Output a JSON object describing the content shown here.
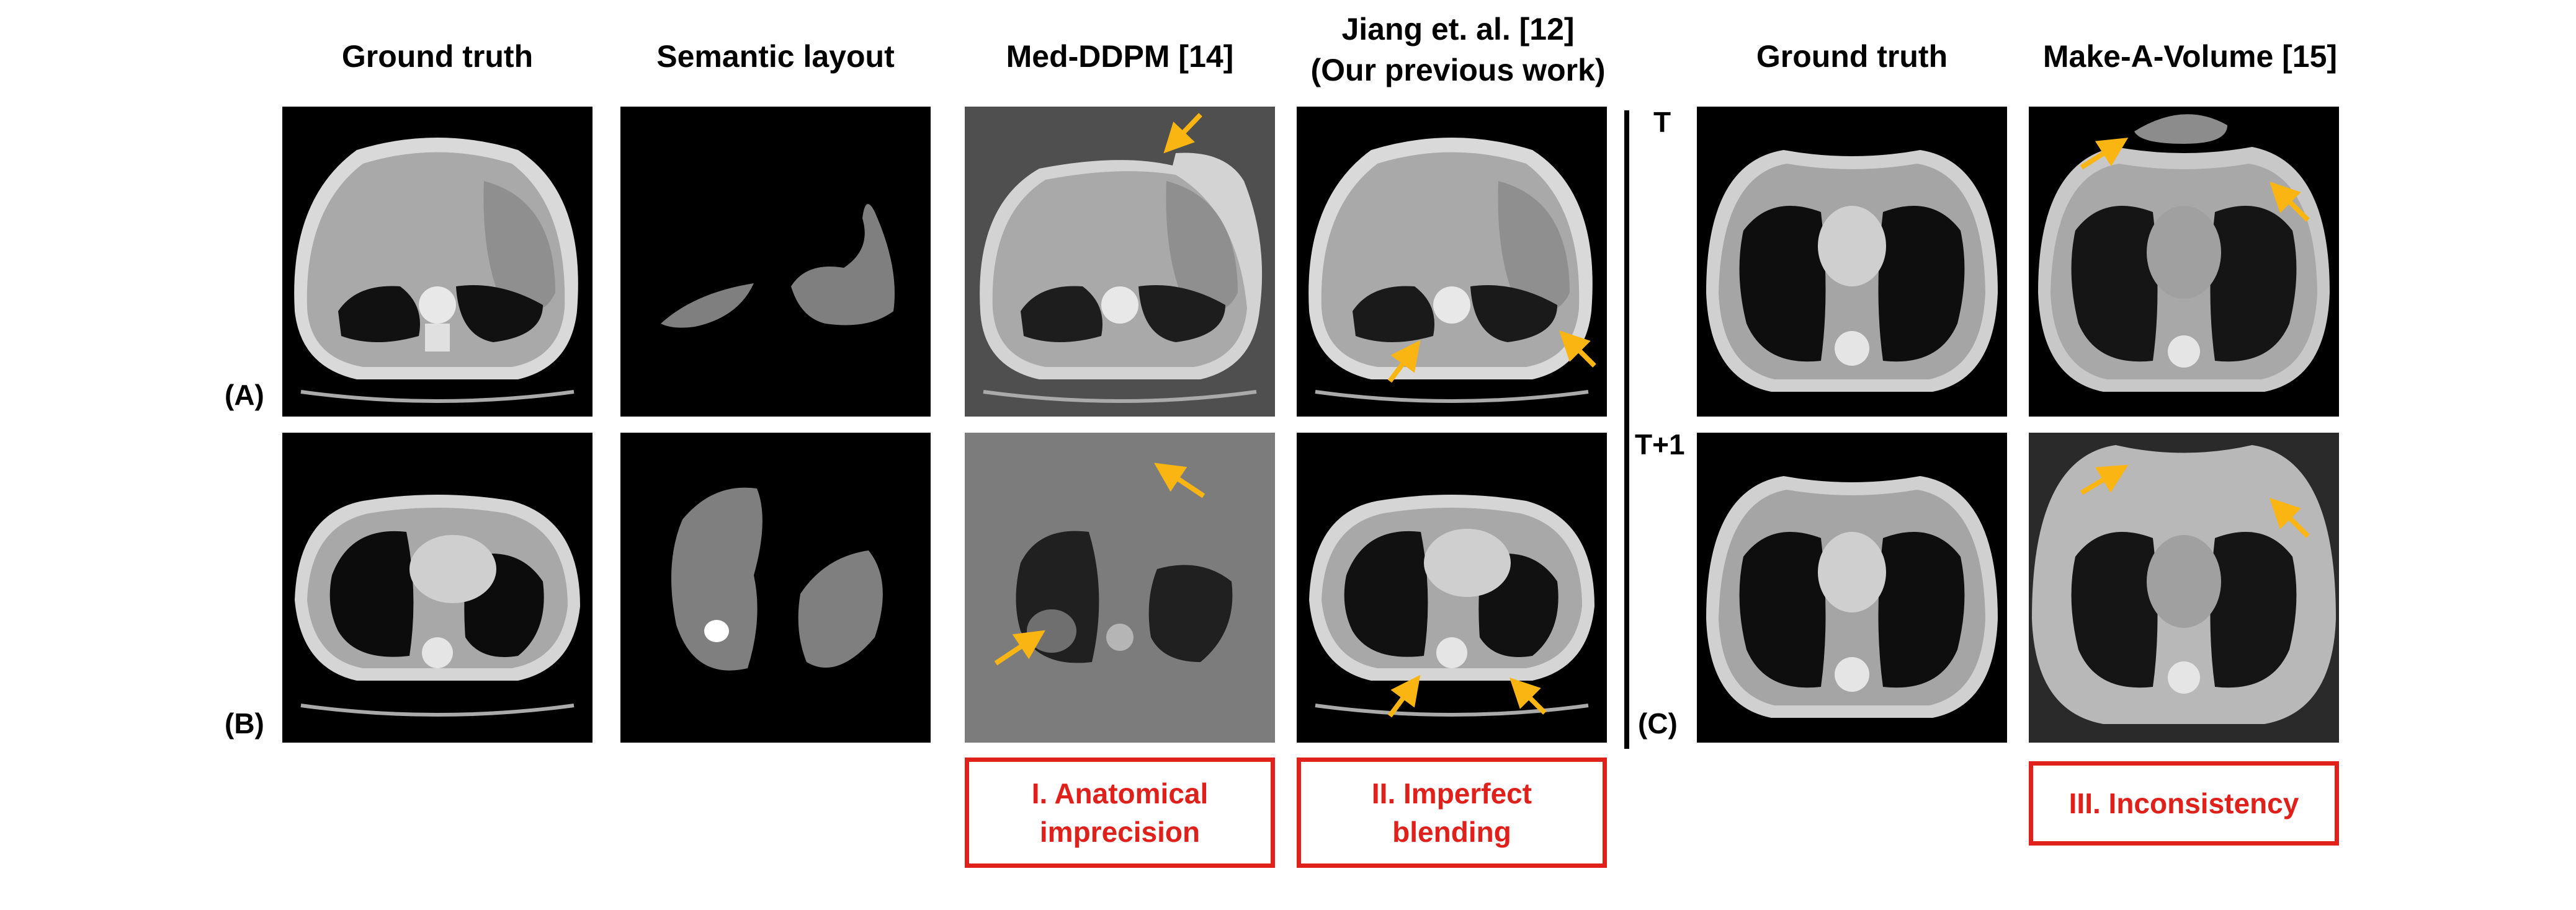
{
  "headers": {
    "ground_truth": "Ground truth",
    "semantic_layout": "Semantic layout",
    "med_ddpm": "Med-DDPM [14]",
    "jiang_line1": "Jiang et. al. [12]",
    "jiang_line2": "(Our previous work)",
    "ground_truth_2": "Ground truth",
    "make_a_volume": "Make-A-Volume [15]"
  },
  "row_labels": {
    "a": "(A)",
    "b": "(B)",
    "c": "(C)",
    "t": "T",
    "t_plus_1": "T+1"
  },
  "problem_boxes": {
    "box1_line1": "I. Anatomical",
    "box1_line2": "imprecision",
    "box2_line1": "II. Imperfect",
    "box2_line2": "blending",
    "box3": "III. Inconsistency"
  },
  "colors": {
    "arrow": "#fbb512",
    "problem_text": "#e0211b",
    "panel_bg": "#000000",
    "ct_body": "#a8a8a8",
    "ct_outer": "#d8d8d8"
  }
}
